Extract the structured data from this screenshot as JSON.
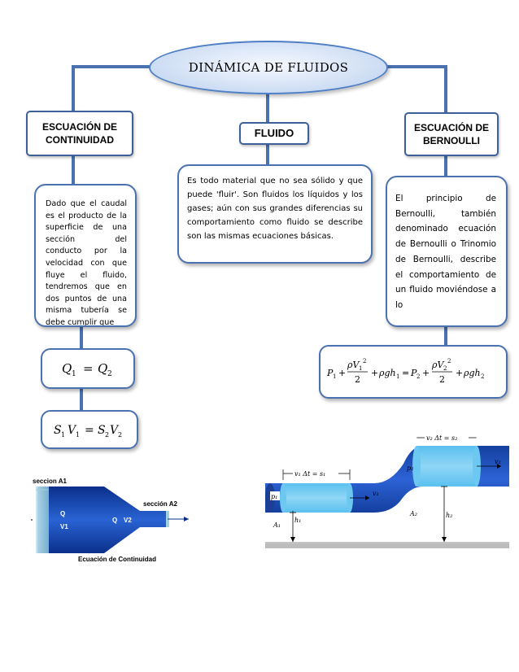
{
  "title": "DINÁMICA DE FLUIDOS",
  "left_header": "ESCUACIÓN DE CONTINUIDAD",
  "center_header": "FLUIDO",
  "right_header": "ESCUACIÓN DE BERNOULLI",
  "left_text": "Dado que el caudal es el producto de la superficie de una sección del conducto por la velocidad con que fluye el fluido, tendremos que en dos puntos de una misma tubería se debe cumplir que",
  "center_text": "Es todo material que no sea sólido y que puede 'fluir'. Son fluidos los líquidos y los gases; aún con sus grandes diferencias su comportamiento como fluido se describe son las mismas ecuaciones básicas.",
  "right_text": "El principio de Bernoulli, también denominado ecuación de Bernoulli o Trinomio de Bernoulli, describe el comportamiento de un fluido moviéndose a lo",
  "continuity_diagram": {
    "label_section_a1": "seccion A1",
    "label_section_a2": "sección A2",
    "label_q1": "Q",
    "label_v1": "V1",
    "label_q2": "Q",
    "label_v2": "V2",
    "caption": "Ecuación de Continuidad",
    "fill_color": "#1a4fb8"
  },
  "bernoulli_diagram": {
    "label_s1": "v₁ Δt = s₁",
    "label_s2": "v₂ Δt = s₂",
    "label_p1": "p₁",
    "label_p2": "p₂",
    "label_v1": "v₁",
    "label_v2": "v₂",
    "label_a1": "A₁",
    "label_a2": "A₂",
    "label_h1": "h₁",
    "label_h2": "h₂",
    "pipe_color": "#1f4fbf",
    "segment_color": "#3fa9e8"
  }
}
